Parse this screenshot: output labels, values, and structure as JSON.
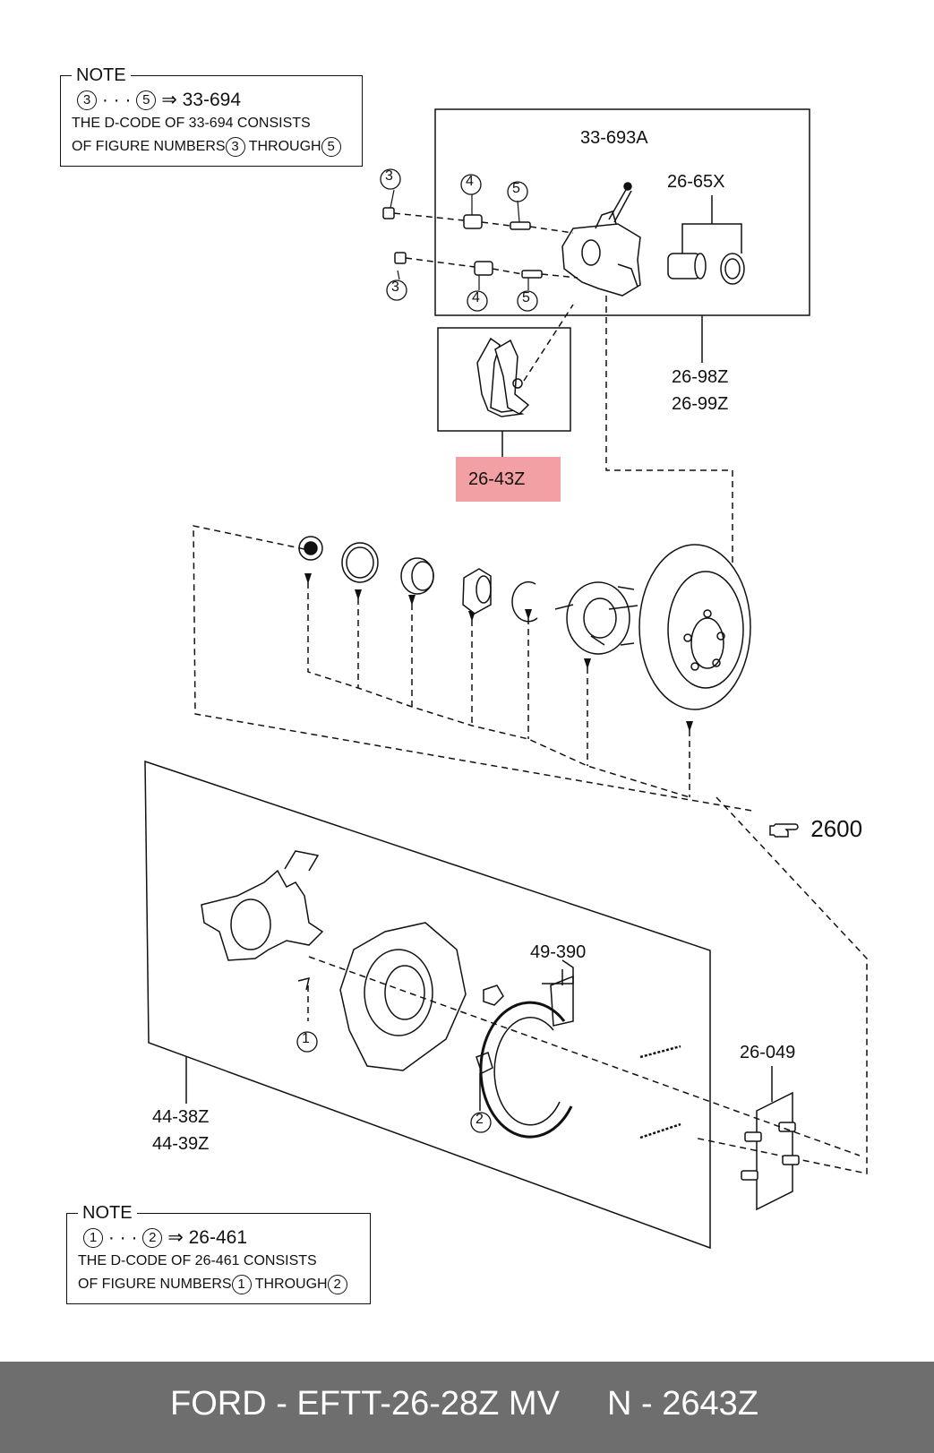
{
  "note_top": {
    "title": "NOTE",
    "range_from": "3",
    "range_to": "5",
    "range_sep": "· · ·",
    "range_target": "⇒ 33-694",
    "line2": "THE D-CODE OF 33-694 CONSISTS",
    "line3_a": "OF FIGURE NUMBERS",
    "line3_b": "THROUGH"
  },
  "note_bottom": {
    "title": "NOTE",
    "range_from": "1",
    "range_to": "2",
    "range_sep": "· · ·",
    "range_target": "⇒ 26-461",
    "line2": "THE D-CODE OF 26-461 CONSISTS",
    "line3_a": "OF FIGURE NUMBERS",
    "line3_b": "THROUGH"
  },
  "part_labels": {
    "caliper_bleeder": "33-693A",
    "piston_seal": "26-65X",
    "caliper_a": "26-98Z",
    "caliper_b": "26-99Z",
    "pads_highlighted": "26-43Z",
    "shoe": "49-390",
    "hardware": "26-049",
    "backing_a": "44-38Z",
    "backing_b": "44-39Z"
  },
  "callouts": {
    "c1": "1",
    "c2": "2",
    "c3a": "3",
    "c3b": "3",
    "c4a": "4",
    "c4b": "4",
    "c5a": "5",
    "c5b": "5"
  },
  "reference": {
    "icon": "pointing-hand-icon",
    "value": "2600"
  },
  "highlight_color": "#f2a0a3",
  "footer": {
    "left": "FORD - EFTT-26-28Z MV",
    "right": "N - 2643Z",
    "background": "#6e6e6e"
  }
}
